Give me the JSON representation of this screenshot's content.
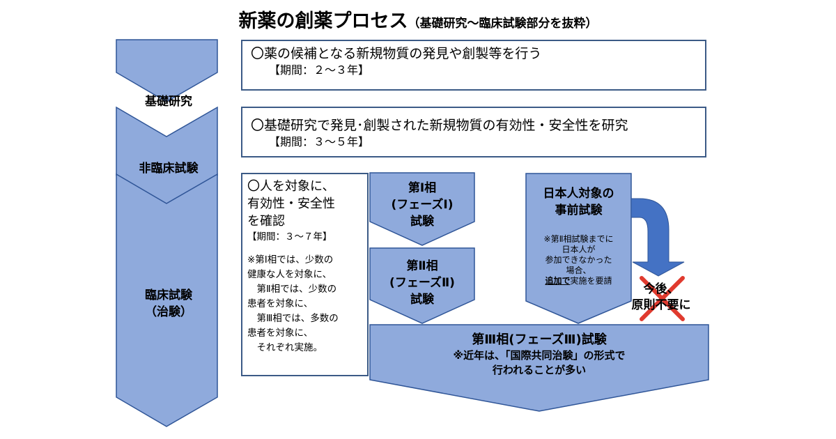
{
  "title": {
    "main": "新薬の創薬プロセス",
    "sub": "（基礎研究～臨床試験部分を抜粋）"
  },
  "phases": {
    "basic": "基礎研究",
    "nonclinical": "非臨床試験",
    "clinical_line1": "臨床試験",
    "clinical_line2": "（治験）"
  },
  "basic_box": {
    "text": "〇薬の候補となる新規物質の発見や創製等を行う",
    "period": "【期間：２～３年】"
  },
  "nonclinical_box": {
    "text": "〇基礎研究で発見･創製された新規物質の有効性・安全性を研究",
    "period": "【期間：３～５年】"
  },
  "clinical_box": {
    "lines": [
      "〇人を対象に、",
      "有効性・安全性",
      "を確認"
    ],
    "period": "【期間：３～７年】",
    "notes": [
      "※第Ⅰ相では、少数の",
      "健康な人を対象に、",
      "　第Ⅱ相では、少数の",
      "患者を対象に、",
      "　第Ⅲ相では、多数の",
      "患者を対象に、",
      "　それぞれ実施。"
    ]
  },
  "phase1": [
    "第Ⅰ相",
    "(フェーズⅠ)",
    "試験"
  ],
  "phase2": [
    "第Ⅱ相",
    "(フェーズⅡ)",
    "試験"
  ],
  "japan_trial": {
    "title": [
      "日本人対象の",
      "事前試験"
    ],
    "note": [
      "※第Ⅱ相試験までに",
      "日本人が",
      "参加できなかった",
      "場合、"
    ],
    "note_underlined": "追加で",
    "note_tail": "実施を要請"
  },
  "no_longer": [
    "今後、",
    "原則不要に"
  ],
  "phase3": {
    "title": "第Ⅲ相(フェーズⅢ)試験",
    "note1": "※近年は、「国際共同治験」の形式で",
    "note2": "行われることが多い"
  },
  "colors": {
    "arrow_fill": "#8faadc",
    "arrow_stroke": "#2f5597",
    "box_border": "#3b5a86",
    "blue_arrow": "#4472c4",
    "cross": "#e03a2e"
  }
}
